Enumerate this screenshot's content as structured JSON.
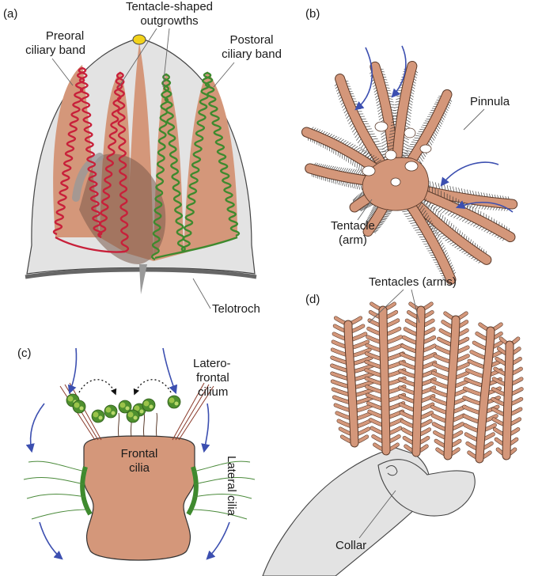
{
  "panels": {
    "a": {
      "letter": "(a)",
      "labels": {
        "tentacle_outgrowths": [
          "Tentacle-shaped",
          "outgrowths"
        ],
        "preoral": [
          "Preoral",
          "ciliary band"
        ],
        "postoral": [
          "Postoral",
          "ciliary band"
        ],
        "telotroch": "Telotroch"
      }
    },
    "b": {
      "letter": "(b)",
      "labels": {
        "pinnula": "Pinnula",
        "tentacle": [
          "Tentacle",
          "(arm)"
        ]
      }
    },
    "c": {
      "letter": "(c)",
      "labels": {
        "laterofrontal": [
          "Latero-",
          "frontal",
          "cilium"
        ],
        "frontal": [
          "Frontal",
          "cilia"
        ],
        "lateral": "Lateral cilia"
      }
    },
    "d": {
      "letter": "(d)",
      "labels": {
        "tentacles": "Tentacles (arms)",
        "collar": "Collar"
      }
    }
  },
  "colors": {
    "tissue": "#d4977a",
    "preoral_band": "#c8203a",
    "postoral_band": "#3e8a2e",
    "water_flow": "#3c4fb0",
    "hood": "#e3e3e3",
    "apical_organ": "#f2d21a"
  }
}
